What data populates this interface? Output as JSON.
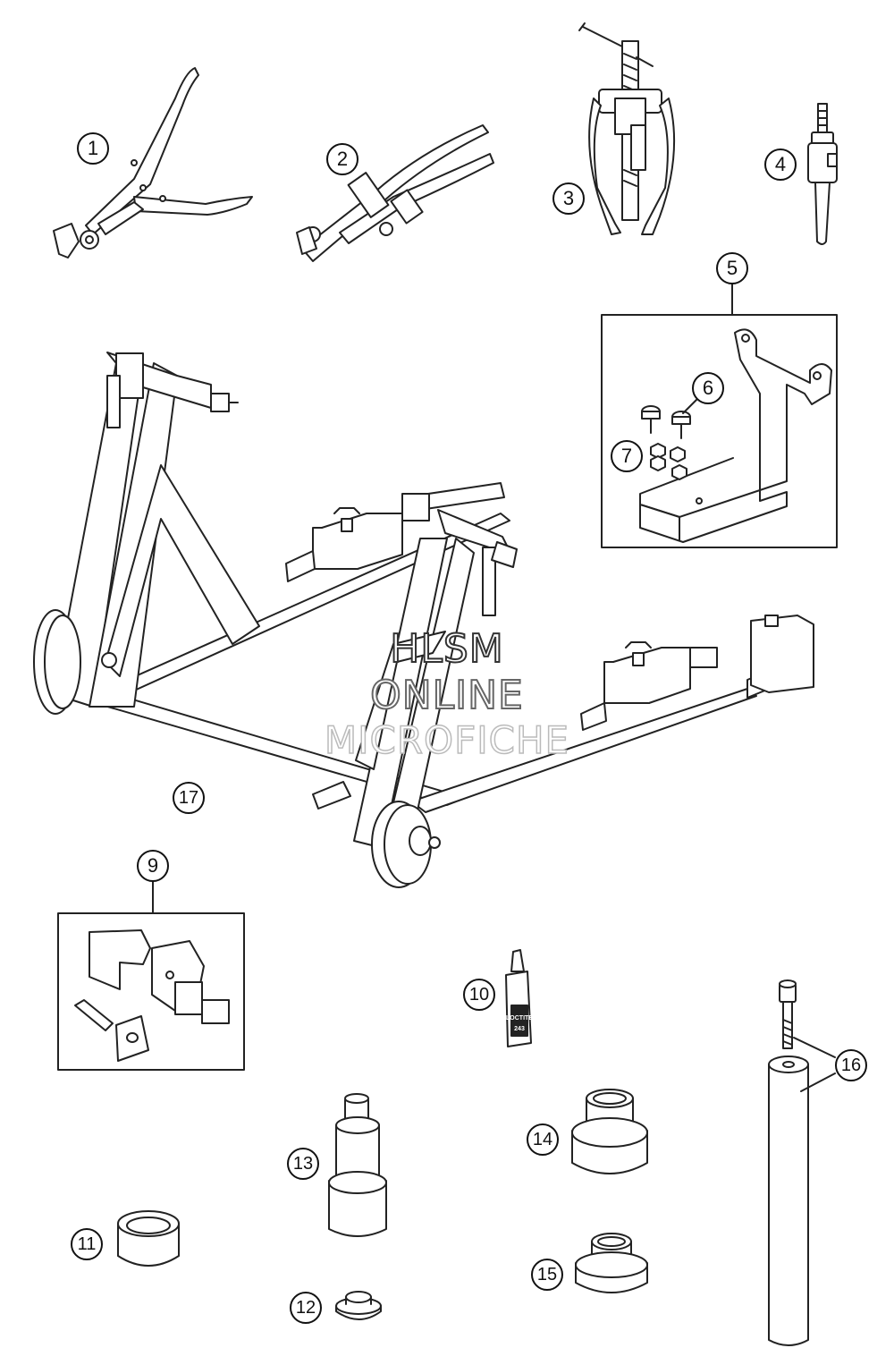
{
  "callouts": [
    "1",
    "2",
    "3",
    "4",
    "5",
    "6",
    "7",
    "9",
    "10",
    "11",
    "12",
    "13",
    "14",
    "15",
    "16",
    "17"
  ],
  "watermark": {
    "line1": "HLSM",
    "line2": "ONLINE",
    "line3": "MICROFICHE"
  },
  "labels": {
    "loctite_brand": "LOCTITE",
    "loctite_number": "243"
  },
  "colors": {
    "line": "#222222",
    "fill": "#ffffff",
    "shade": "#e6e6e6",
    "dark": "#888888"
  }
}
